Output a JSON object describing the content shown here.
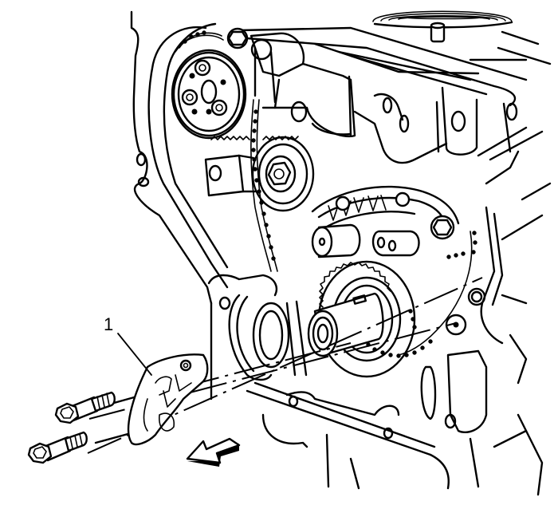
{
  "figure": {
    "type": "technical-line-illustration",
    "subject": "Engine front timing chain area with component removal",
    "background_color": "#ffffff",
    "line_color": "#000000",
    "callouts": [
      {
        "number": "1",
        "label_text": "1",
        "target": "timing-chain-guide-bracket"
      }
    ],
    "components": [
      {
        "id": "engine-front-cover-outline",
        "description": "Curved front cover outline on left"
      },
      {
        "id": "intake-camshaft-sprocket",
        "description": "Upper-left sprocket with bolts"
      },
      {
        "id": "exhaust-camshaft-sprocket",
        "description": "Center sprocket with hex bolt"
      },
      {
        "id": "timing-chain",
        "description": "Chain running around sprockets"
      },
      {
        "id": "upper-chain-guide",
        "description": "Upper horizontal chain guide"
      },
      {
        "id": "crankshaft-sprocket",
        "description": "Lower center large gear with shaft"
      },
      {
        "id": "timing-chain-guide-bracket",
        "description": "Part 1 being removed"
      },
      {
        "id": "guide-bolt-upper",
        "description": "Upper bolt"
      },
      {
        "id": "guide-bolt-lower",
        "description": "Lower bolt"
      },
      {
        "id": "cylinder-head-top",
        "description": "Cylinder head / cam cover at top right"
      }
    ],
    "direction_arrow": {
      "direction": "down-left",
      "meaning": "removal direction"
    }
  }
}
